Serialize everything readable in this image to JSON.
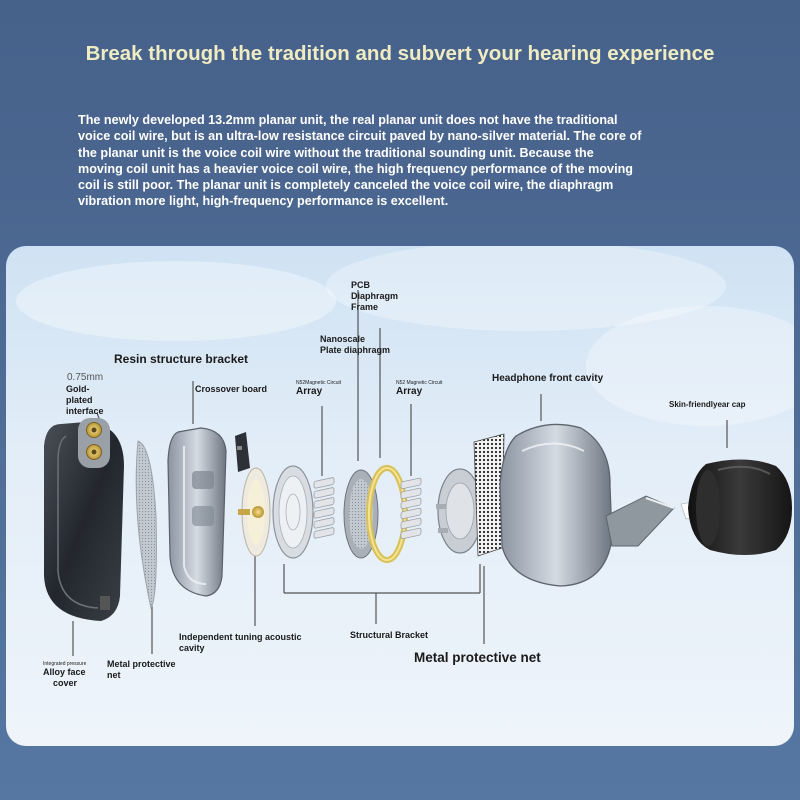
{
  "headline": "Break through the tradition and subvert your hearing experience",
  "intro": [
    "The newly developed 13.2mm planar unit, the real planar unit does not have the traditional",
    "voice coil wire, but is an ultra-low resistance circuit paved by nano-silver material. The core of",
    "the planar unit is the voice coil wire without the traditional sounding unit. Because the",
    "moving coil unit has a heavier voice coil wire, the high frequency performance of the moving",
    "coil is still poor. The planar unit is completely canceled the voice coil wire, the diaphragm",
    "vibration more light, high-frequency performance is excellent."
  ],
  "labels": {
    "pcb_frame": [
      "PCB",
      "Diaphragm",
      "Frame"
    ],
    "nanoscale": [
      "Nanoscale",
      "Plate diaphragm"
    ],
    "resin_bracket": "Resin structure bracket",
    "pin_size": "0.75mm",
    "gold_interface": [
      "Gold-",
      "plated",
      "interface"
    ],
    "crossover": "Crossover board",
    "magnet_left": [
      "N52Magnetic Circuit",
      "Array"
    ],
    "magnet_right": [
      "N52 Magnetic Circuit",
      "Array"
    ],
    "front_cavity": "Headphone front cavity",
    "ear_cap": "Skin-friendlyear cap",
    "tuning_cavity": [
      "Independent tuning acoustic",
      "cavity"
    ],
    "structural_bracket": "Structural Bracket",
    "metal_net_large": "Metal protective net",
    "integrated_pressure": "Integrated pressure",
    "alloy_cover": [
      "Alloy face",
      "cover"
    ],
    "metal_net_small": [
      "Metal protective",
      "net"
    ]
  },
  "colors": {
    "background": "#4d6a94",
    "headline": "#f0ecc2",
    "body_text": "#ffffff",
    "panel": "#e4eef8",
    "label": "#1a1a1a"
  }
}
